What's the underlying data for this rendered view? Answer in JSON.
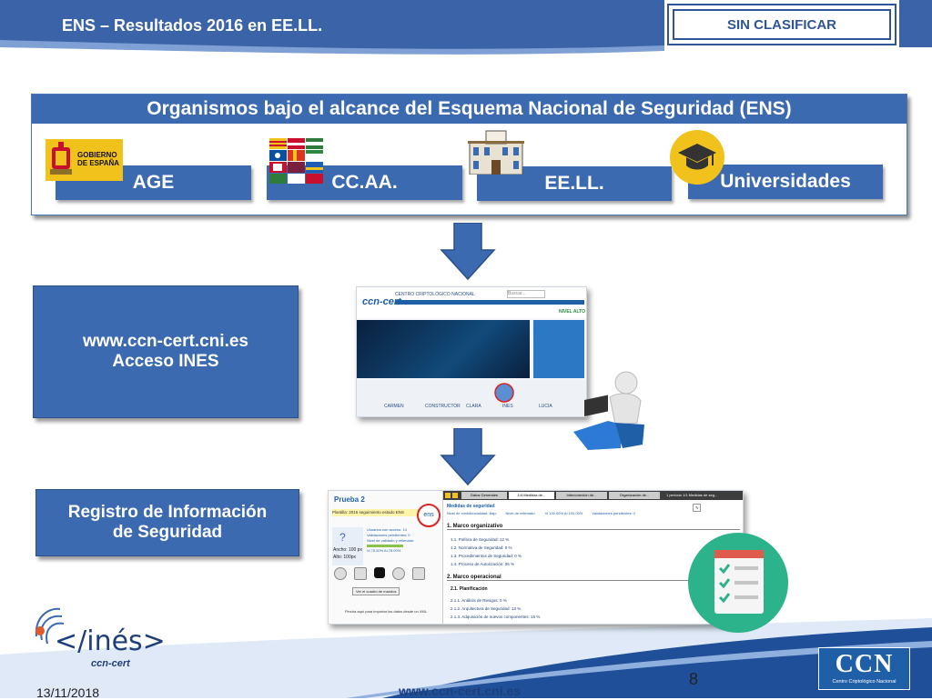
{
  "header": {
    "title": "ENS – Resultados 2016 en EE.LL.",
    "classification": "SIN CLASIFICAR"
  },
  "ens_panel": {
    "title": "Organismos bajo el alcance del Esquema Nacional de Seguridad (ENS)",
    "categories": [
      "AGE",
      "CC.AA.",
      "EE.LL.",
      "Universidades"
    ],
    "age_logo_text": [
      "GOBIERNO",
      "DE ESPAÑA"
    ]
  },
  "ines_box": {
    "line1": "www.ccn-cert.cni.es",
    "line2": "Acceso INES"
  },
  "registro_box": {
    "line1": "Registro de Información",
    "line2": "de Seguridad"
  },
  "website_shot": {
    "brand": "ccn-cert",
    "tagline": "CENTRO CRIPTOLÓGICO NACIONAL",
    "search_placeholder": "Buscar...",
    "alert_level": "NIVEL ALTO",
    "tools": [
      "CARMEN",
      "CONSTRUCTOR",
      "CLARA",
      "INES",
      "LUCIA"
    ]
  },
  "ines_shot": {
    "title": "Prueba 2",
    "subtitle": "Plantilla: 2016 seguimiento estado ENS",
    "tabs": [
      "Datos Generales",
      "1/4 Medidas de...",
      "Interconexión de...",
      "Organización de..."
    ],
    "page_info": "1 período   1/1 Medidas de seg...",
    "section_measures": "Medidas de seguridad",
    "confidentiality": "Nivel de confidencialidad: Bajo",
    "progress": "Nivel de rellenado:",
    "progress_value": "Vi 100.00% Ai 100.00%",
    "pending": "Validaciones pendientes: 0",
    "ancho_label": "Ancho: 100 px",
    "alto_label": "Alto: 100px",
    "left_lines": [
      "Usuarios con acceso: 14",
      "Validaciones pendientes: 0",
      "Nivel de validado y rellenado:",
      "Vi 75.00%  Ai 75.00%"
    ],
    "left_button": "Ver el cuadro de mandos",
    "left_footer": "Pincha aquí para importar los datos desde un XML",
    "marco_org": "1. Marco organizativo",
    "org_items": [
      "1.1.   Política de Seguridad:  12 %",
      "1.2.   Normativa de Seguridad:  0 %",
      "1.3.   Procedimientos de Seguridad:  0 %",
      "1.4.   Proceso de Autorización:  25 %"
    ],
    "marco_op": "2. Marco operacional",
    "planificacion": "2.1. Planificación",
    "op_items": [
      "2.1.1.   Análisis de Riesgos:  0 %",
      "2.1.2.   Arquitectura de Seguridad:  13 %",
      "2.1.3.   Adquisición de nuevos componentes:  15 %"
    ]
  },
  "ines_logo": {
    "text": "</inés>",
    "sub": "ccn-cert"
  },
  "footer": {
    "page_number": "8",
    "url": "www.ccn-cert.cni.es",
    "date": "13/11/2018",
    "ccn_logo": "CCN",
    "ccn_sub": "Centro Criptológico Nacional"
  },
  "colors": {
    "primary_blue": "#3b6ab1",
    "dark_blue": "#1f3f7a",
    "header_blue": "#2f5597"
  }
}
